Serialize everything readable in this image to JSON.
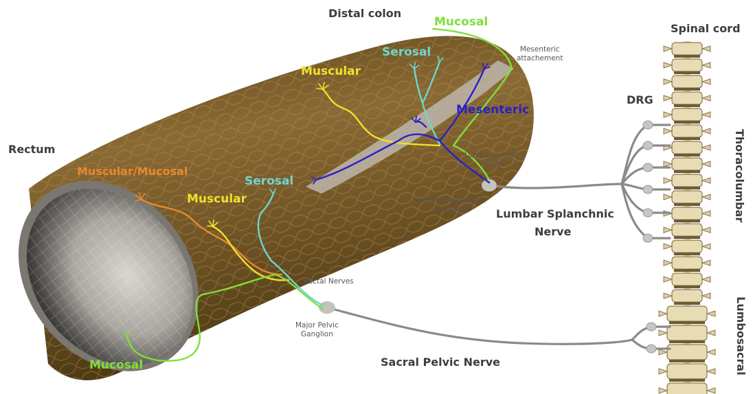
{
  "labels": {
    "distal_colon": "Distal colon",
    "rectum": "Rectum",
    "spinal_cord": "Spinal cord",
    "drg": "DRG",
    "thoracolumbar": "Thoracolumbar",
    "lumbosacral": "Lumbosacral",
    "lumbar_splanchnic_1": "Lumbar Splanchnic",
    "lumbar_splanchnic_2": "Nerve",
    "sacral_pelvic": "Sacral Pelvic Nerve",
    "mesenteric_attach_1": "Mesenteric",
    "mesenteric_attach_2": "attachement",
    "lumbar_colonic_1": "Lumbar colonic",
    "lumbar_colonic_2": "nerves",
    "img_1": "Inferior Mesenteric",
    "img_2": "Ganglion",
    "rectal_nerves": "Rectal Nerves",
    "mpg_1": "Major Pelvic",
    "mpg_2": "Ganglion"
  },
  "fiber_labels": {
    "mucosal_top": "Mucosal",
    "serosal_top": "Serosal",
    "muscular_top": "Muscular",
    "mesenteric": "Mesenteric",
    "muscular_mucosal": "Muscular/Mucosal",
    "muscular_bottom": "Muscular",
    "serosal_bottom": "Serosal",
    "mucosal_bottom": "Mucosal"
  },
  "colors": {
    "mucosal": "#7fe03a",
    "serosal": "#6fd6cf",
    "muscular": "#f2e02a",
    "mesenteric": "#2a1fc9",
    "muscular_mucosal": "#e8892e",
    "nerve_gray": "#8a8a8a",
    "colon_brown": "#7a5a2a"
  }
}
